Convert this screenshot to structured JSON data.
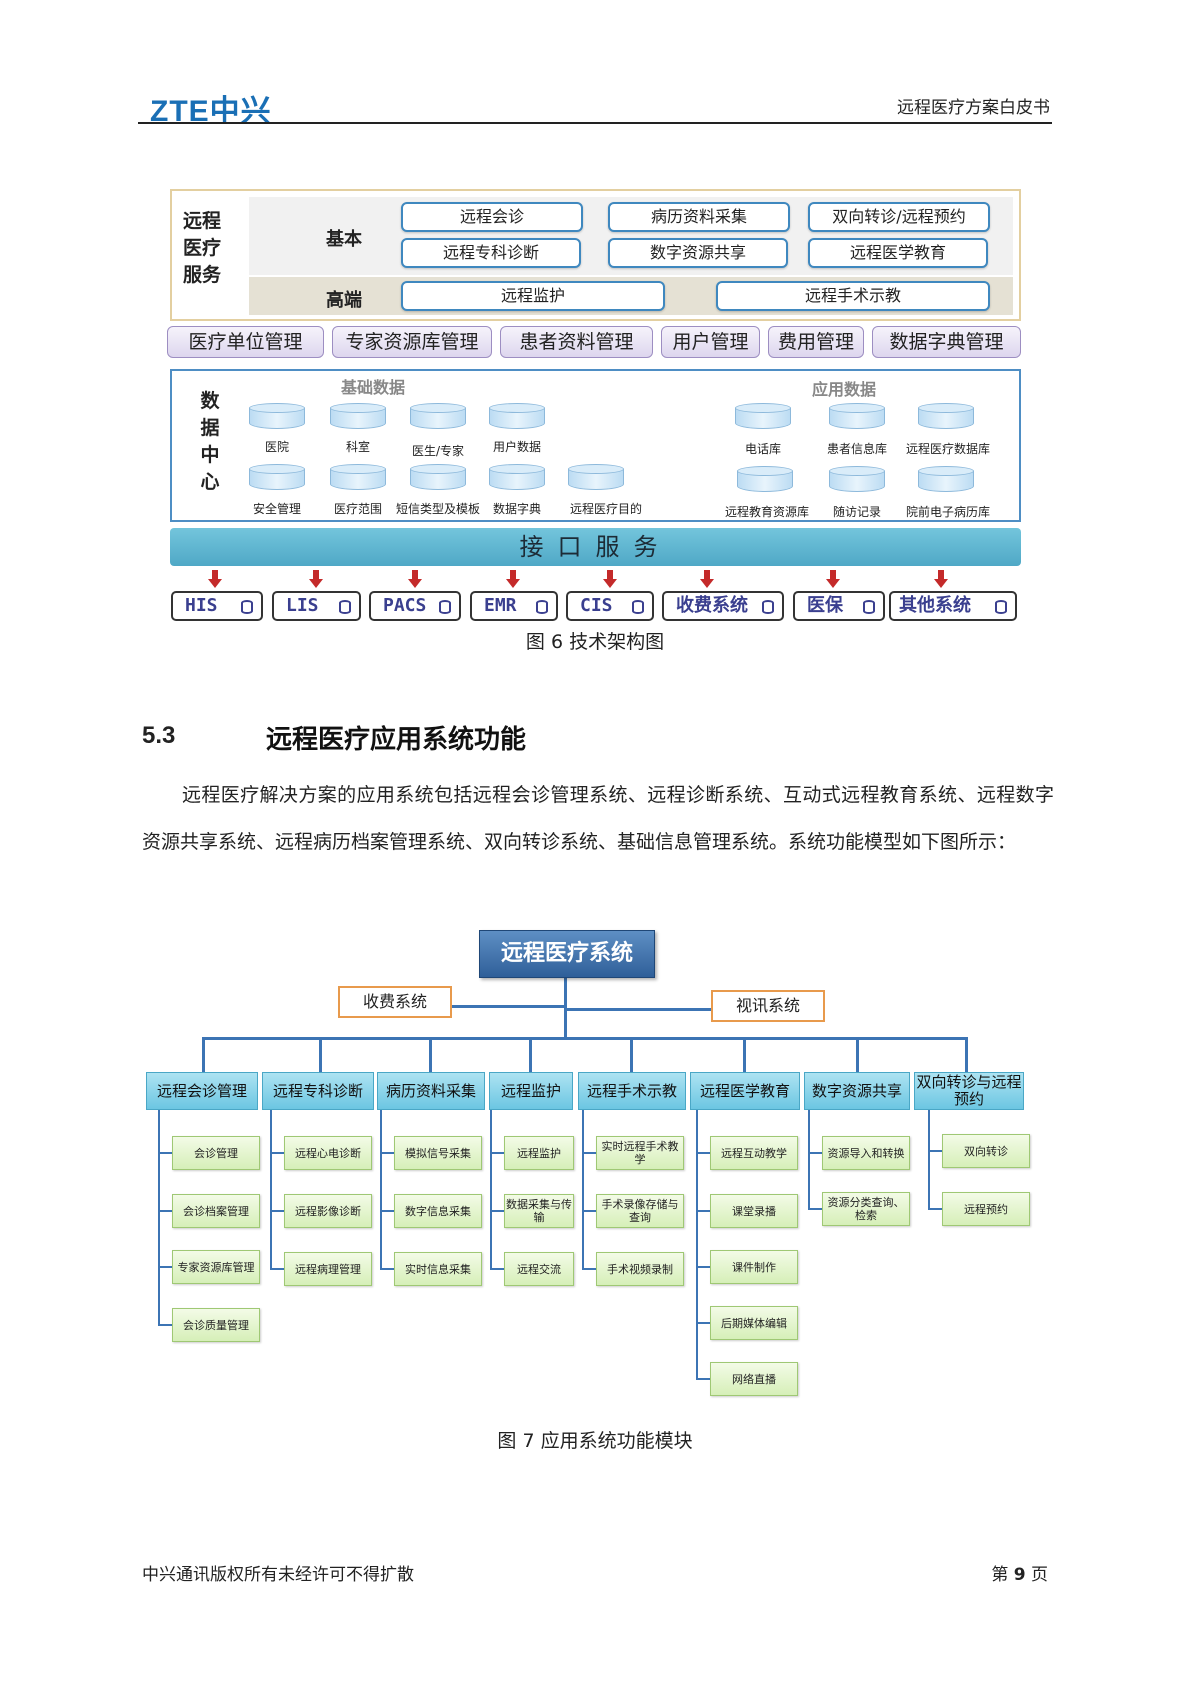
{
  "header": {
    "logo": "ZTE中兴",
    "doc_title": "远程医疗方案白皮书"
  },
  "fig6": {
    "services_label": "远程医疗服务",
    "basic_label": "基本",
    "advanced_label": "高端",
    "basic_services": [
      "远程会诊",
      "病历资料采集",
      "双向转诊/远程预约",
      "远程专科诊断",
      "数字资源共享",
      "远程医学教育"
    ],
    "advanced_services": [
      "远程监护",
      "远程手术示教"
    ],
    "management": [
      "医疗单位管理",
      "专家资源库管理",
      "患者资料管理",
      "用户管理",
      "费用管理",
      "数据字典管理"
    ],
    "data_center_label": "数据中心",
    "basic_data_label": "基础数据",
    "app_data_label": "应用数据",
    "basic_data": [
      "医院",
      "科室",
      "医生/专家",
      "用户数据",
      "安全管理",
      "医疗范围",
      "短信类型及模板",
      "数据字典",
      "远程医疗目的"
    ],
    "app_data": [
      "电话库",
      "患者信息库",
      "远程医疗数据库",
      "远程教育资源库",
      "随访记录",
      "院前电子病历库"
    ],
    "interface": "接口服务",
    "systems": [
      "HIS",
      "LIS",
      "PACS",
      "EMR",
      "CIS",
      "收费系统",
      "医保",
      "其他系统"
    ],
    "caption": "图 6  技术架构图"
  },
  "section": {
    "number": "5.3",
    "title": "远程医疗应用系统功能",
    "paragraph": "远程医疗解决方案的应用系统包括远程会诊管理系统、远程诊断系统、互动式远程教育系统、远程数字资源共享系统、远程病历档案管理系统、双向转诊系统、基础信息管理系统。系统功能模型如下图所示："
  },
  "fig7": {
    "root": "远程医疗系统",
    "side_left": "收费系统",
    "side_right": "视讯系统",
    "modules": [
      {
        "name": "远程会诊管理",
        "items": [
          "会诊管理",
          "会诊档案管理",
          "专家资源库管理",
          "会诊质量管理"
        ]
      },
      {
        "name": "远程专科诊断",
        "items": [
          "远程心电诊断",
          "远程影像诊断",
          "远程病理管理"
        ]
      },
      {
        "name": "病历资料采集",
        "items": [
          "模拟信号采集",
          "数字信息采集",
          "实时信息采集"
        ]
      },
      {
        "name": "远程监护",
        "items": [
          "远程监护",
          "数据采集与传输",
          "远程交流"
        ]
      },
      {
        "name": "远程手术示教",
        "items": [
          "实时远程手术教学",
          "手术录像存储与查询",
          "手术视频录制"
        ]
      },
      {
        "name": "远程医学教育",
        "items": [
          "远程互动教学",
          "课堂录播",
          "课件制作",
          "后期媒体编辑",
          "网络直播"
        ]
      },
      {
        "name": "数字资源共享",
        "items": [
          "资源导入和转换",
          "资源分类查询、检索"
        ]
      },
      {
        "name": "双向转诊与远程预约",
        "items": [
          "双向转诊",
          "远程预约"
        ]
      }
    ],
    "caption": "图 7  应用系统功能模块"
  },
  "footer": {
    "left": "中兴通讯版权所有未经许可不得扩散",
    "page_prefix": "第",
    "page_number": "9",
    "page_suffix": "页"
  },
  "colors": {
    "logo": "#1a6fb5",
    "module": "#6cc6e2",
    "leaf": "#d6efb8",
    "root": "#2f5f99",
    "side_border": "#e89a4c"
  }
}
